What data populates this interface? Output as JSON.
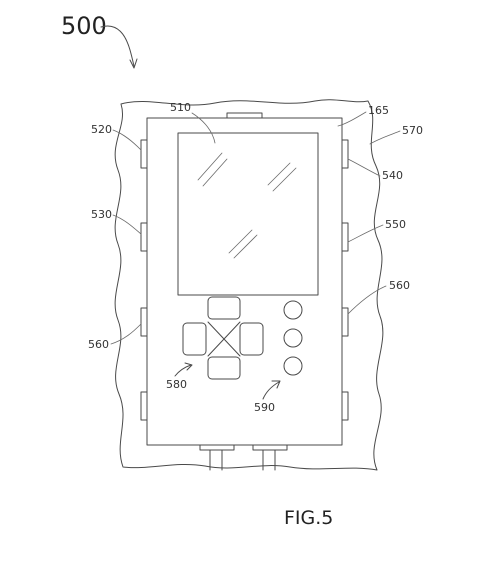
{
  "figure": {
    "number": "500",
    "caption": "FIG.5"
  },
  "labels": {
    "housing": "165",
    "screen": "510",
    "button_left_top": "520",
    "button_left_mid": "530",
    "button_left_bottom": "560",
    "button_right_top": "540",
    "button_right_mid": "550",
    "button_right_bottom": "560",
    "casing": "570",
    "dpad": "580",
    "action_buttons": "590"
  }
}
